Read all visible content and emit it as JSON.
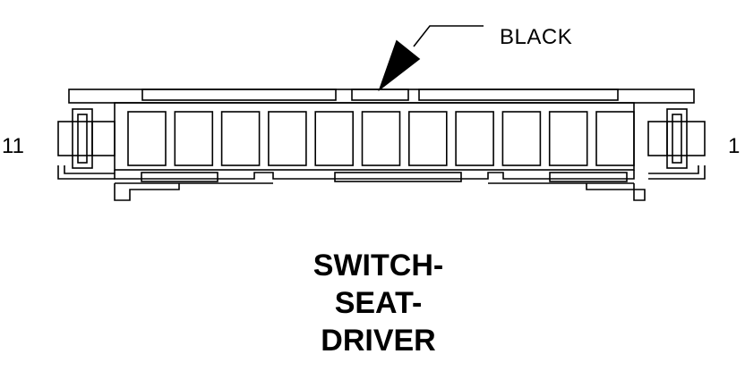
{
  "callout": {
    "label": "BLACK"
  },
  "pins": {
    "left": "11",
    "right": "1"
  },
  "title": {
    "lines": [
      "SWITCH-",
      "SEAT-",
      "DRIVER"
    ]
  }
}
